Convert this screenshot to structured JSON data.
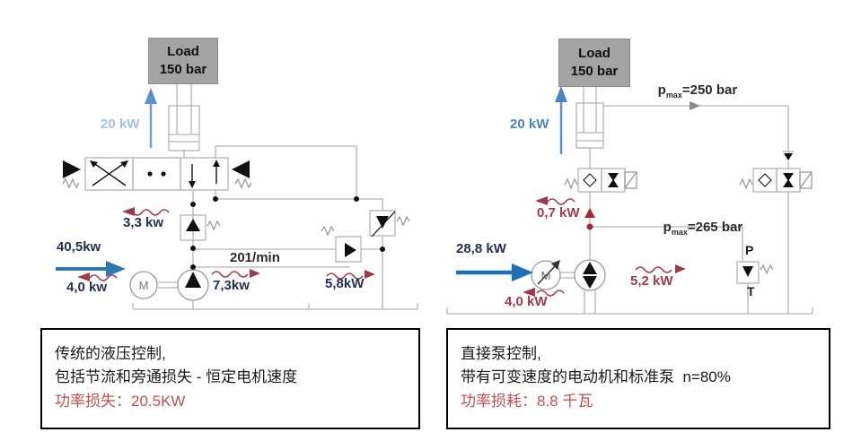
{
  "colors": {
    "accent_blue_left": "#2e78ad",
    "accent_blue_right": "#1f6fb5",
    "navy_text": "#24304e",
    "loss_red": "#9e3a4a",
    "caption_red": "#c0504d",
    "light_blue_text": "#9fc2e2",
    "mid_blue_text": "#4a85c2",
    "circuit_gray": "#b3b3b3",
    "load_box_gray": "#a3a3a3"
  },
  "left": {
    "load": {
      "title": "Load",
      "pressure": "150 bar"
    },
    "motor": "M",
    "labels": {
      "out_power": "20 kW",
      "in_power": "40,5kw",
      "throttle_loss": "3,3 kw",
      "motor_loss": "4,0 kw",
      "flow": "201/min",
      "pump_loss": "7,3kw",
      "bypass_loss": "5,8kW"
    },
    "caption": {
      "line1": "传统的液压控制,",
      "line2": "包括节流和旁通损失 - 恒定电机速度",
      "line3": "功率损失：20.5KW"
    }
  },
  "right": {
    "load": {
      "title": "Load",
      "pressure": "150 bar"
    },
    "motor": "M",
    "labels": {
      "out_power": "20 kW",
      "p_max_top_sym": "p",
      "p_max_top_sub": "max",
      "p_max_top_val": "=250 bar",
      "p_max_mid_sym": "p",
      "p_max_mid_sub": "max",
      "p_max_mid_val": "=265 bar",
      "valve_loss": "0,7 kW",
      "in_power": "28,8 kW",
      "motor_loss": "4,0 kW",
      "pump_loss": "5,2 kW",
      "port_p": "P",
      "port_t": "T"
    },
    "caption": {
      "line1": "直接泵控制,",
      "line2": "带有可变速度的电动机和标准泵  n=80%",
      "line3": "功率损耗：8.8 千瓦"
    }
  }
}
